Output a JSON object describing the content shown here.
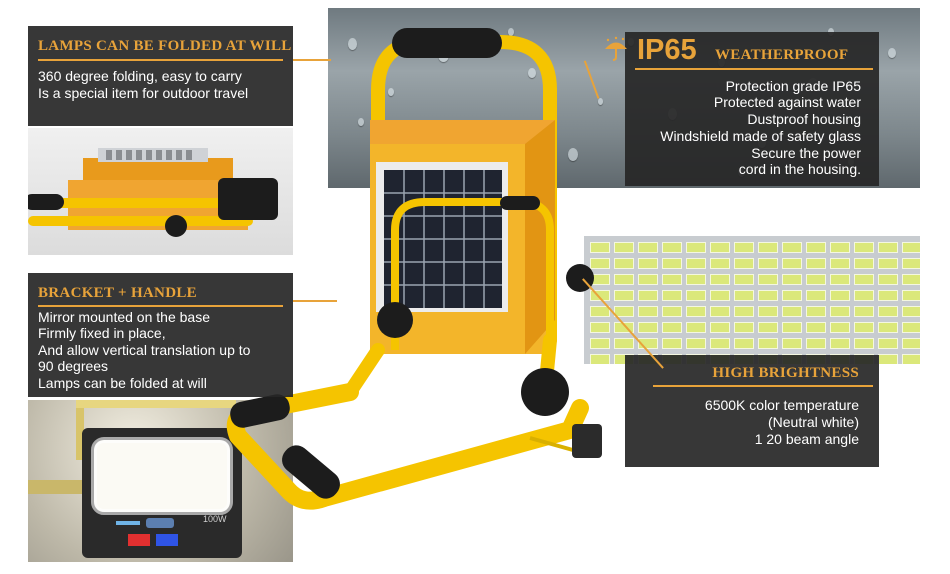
{
  "fold": {
    "title": "LAMPS CAN BE FOLDED AT WILL",
    "lines": [
      "360 degree folding, easy to carry",
      "Is a special item for outdoor travel"
    ]
  },
  "bracket": {
    "title": "BRACKET + HANDLE",
    "lines": [
      "Mirror mounted on the base",
      "Firmly fixed in place,",
      "And allow vertical translation up to",
      "90 degrees",
      "Lamps can be folded at will"
    ]
  },
  "ip": {
    "badge": "IP65",
    "title": "WEATHERPROOF",
    "lines": [
      "Protection grade IP65",
      "Protected against water",
      "Dustproof housing",
      "Windshield made of safety glass",
      "Secure the power",
      "cord in the housing."
    ]
  },
  "brightness": {
    "title": "HIGH BRIGHTNESS",
    "lines": [
      "6500K color temperature",
      "(Neutral white)",
      "1 20 beam angle"
    ]
  },
  "lamp_label": "100W",
  "icons": {
    "ip_badge_icon": "umbrella-rain-icon"
  },
  "colors": {
    "accent": "#e8a33a",
    "frame_yellow": "#f5c400",
    "panel_bg": "#262626"
  }
}
